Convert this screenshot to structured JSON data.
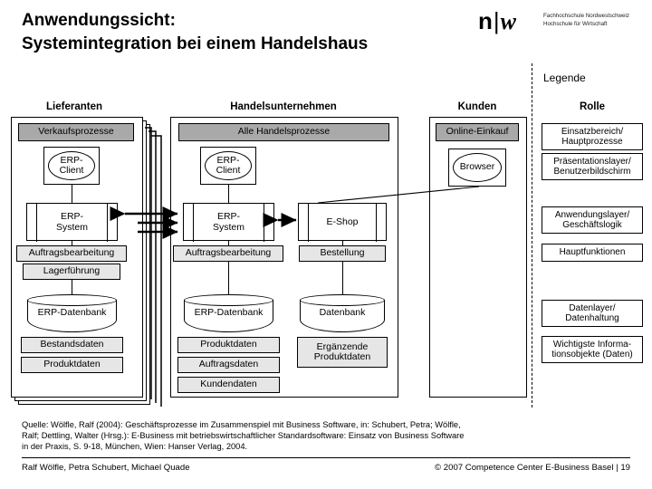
{
  "title": {
    "line1": "Anwendungssicht:",
    "line2": "Systemintegration bei einem Handelshaus"
  },
  "logo": {
    "mark_n": "n",
    "mark_bar": "|",
    "mark_w": "w",
    "text_line1": "Fachhochschule Nordwestschweiz",
    "text_line2": "Hochschule für Wirtschaft"
  },
  "legend_label": "Legende",
  "columns": {
    "suppliers": "Lieferanten",
    "trading_company": "Handelsunternehmen",
    "customers": "Kunden",
    "role": "Rolle"
  },
  "suppliers": {
    "process_header": "Verkaufsprozesse",
    "client": "ERP-\nClient",
    "client_line1": "ERP-",
    "client_line2": "Client",
    "system_line1": "ERP-",
    "system_line2": "System",
    "functions": [
      "Auftragsbearbeitung",
      "Lagerführung"
    ],
    "database": "ERP-Datenbank",
    "data_objects": [
      "Bestandsdaten",
      "Produktdaten"
    ]
  },
  "trading": {
    "process_header": "Alle Handelsprozesse",
    "client_line1": "ERP-",
    "client_line2": "Client",
    "system_line1": "ERP-",
    "system_line2": "System",
    "eshop": "E-Shop",
    "function_erp": "Auftragsbearbeitung",
    "function_eshop": "Bestellung",
    "database_erp": "ERP-Datenbank",
    "database_eshop": "Datenbank",
    "data_objects_erp": [
      "Produktdaten",
      "Auftragsdaten",
      "Kundendaten"
    ],
    "data_objects_eshop_line1": "Ergänzende",
    "data_objects_eshop_line2": "Produktdaten"
  },
  "customers": {
    "process_header": "Online-Einkauf",
    "client": "Browser"
  },
  "legend_items": [
    {
      "line1": "Einsatzbereich/",
      "line2": "Hauptprozesse",
      "fill": "dark"
    },
    {
      "line1": "Präsentationslayer/",
      "line2": "Benutzerbildschirm",
      "fill": "white"
    },
    {
      "line1": "Anwendungslayer/",
      "line2": "Geschäftslogik",
      "fill": "white"
    },
    {
      "line1": "Hauptfunktionen",
      "line2": "",
      "fill": "light"
    },
    {
      "line1": "Datenlayer/",
      "line2": "Datenhaltung",
      "fill": "white"
    },
    {
      "line1": "Wichtigste Informa-",
      "line2": "tionsobjekte (Daten)",
      "fill": "light"
    }
  ],
  "footer": {
    "source_line1": "Quelle: Wölfle, Ralf (2004): Geschäftsprozesse im Zusammenspiel mit Business Software, in: Schubert, Petra; Wölfle,",
    "source_line2": "Ralf; Dettling, Walter (Hrsg.): E-Business mit betriebswirtschaftlicher Standardsoftware: Einsatz von Business Software",
    "source_line3": "in der Praxis, S. 9-18, München, Wien: Hanser Verlag, 2004.",
    "authors": "Ralf Wölfle, Petra Schubert, Michael Quade",
    "copyright": "© 2007 Competence Center E-Business Basel | 19"
  },
  "colors": {
    "header_fill": "#a9a9a9",
    "item_fill": "#e6e6e6",
    "stroke": "#000000",
    "background": "#ffffff"
  }
}
